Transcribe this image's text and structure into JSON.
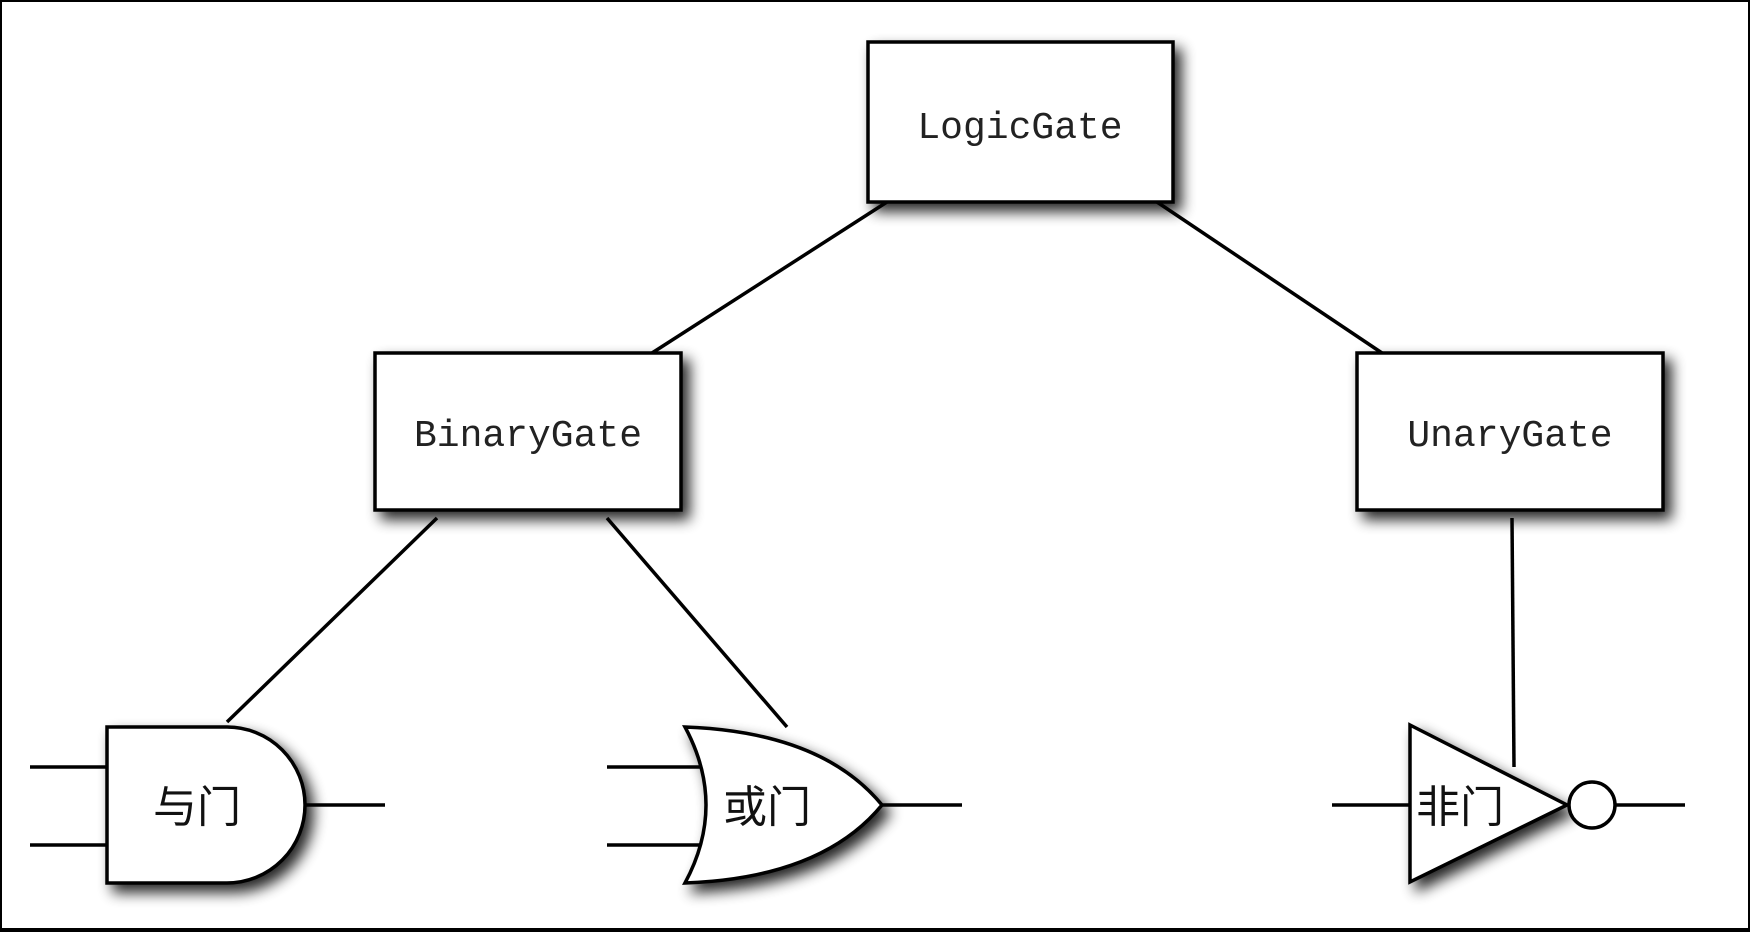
{
  "nodes": {
    "logic_gate": "LogicGate",
    "binary_gate": "BinaryGate",
    "unary_gate": "UnaryGate"
  },
  "gates": {
    "and_gate": "与门",
    "or_gate": "或门",
    "not_gate": "非门"
  },
  "colors": {
    "background": "#ffffff",
    "stroke": "#000000",
    "frame": "#000000"
  }
}
